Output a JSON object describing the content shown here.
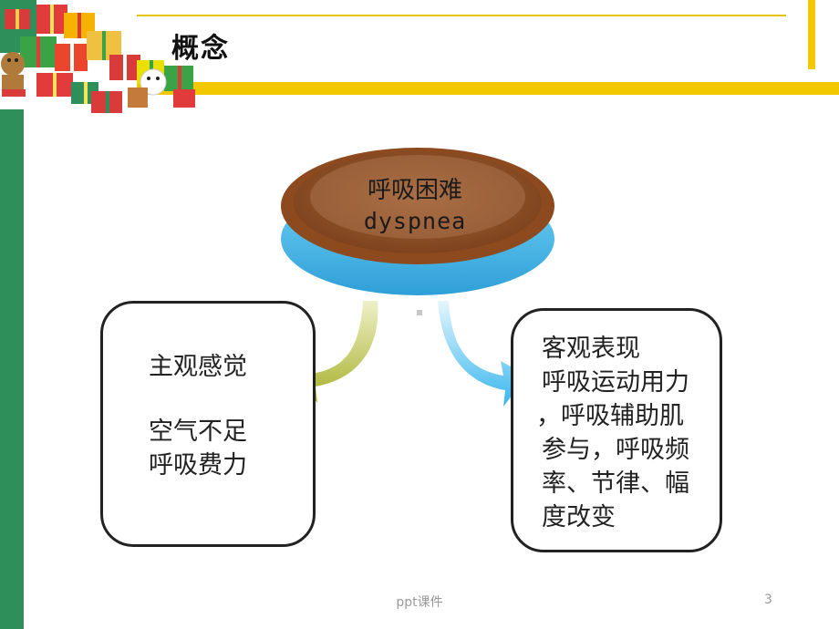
{
  "slide": {
    "title": "概念",
    "center": {
      "line1": "呼吸困难",
      "line2": "dyspnea"
    },
    "left_box": {
      "heading": "主观感觉",
      "lines": [
        "空气不足",
        "呼吸费力"
      ]
    },
    "right_box": {
      "lines": [
        "客观表现",
        "呼吸运动用力",
        "，呼吸辅助肌",
        "参与，呼吸频",
        "率、节律、幅",
        "度改变"
      ]
    },
    "footer": {
      "center_text": "ppt课件",
      "page_number": "3"
    }
  },
  "colors": {
    "green_bar": "#2f8f5a",
    "yellow_band": "#f2c900",
    "disc_brown": "#9a5528",
    "disc_blue": "#3fb4e8",
    "arrow_left": "#b9c24a",
    "arrow_right": "#6fcff2"
  }
}
